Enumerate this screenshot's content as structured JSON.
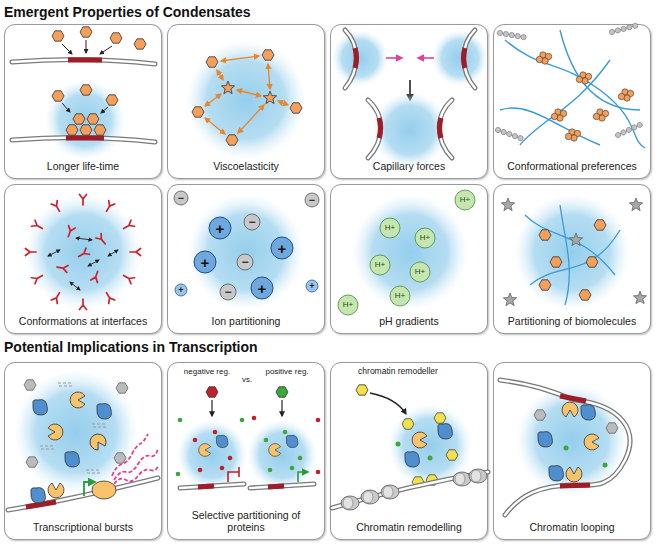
{
  "diagram": {
    "title": "Emergent Properties of Condensates",
    "nodes": [
      {
        "text": [
          "Longer life-time"
        ]
      },
      {
        "text": [
          "Viscoelasticity"
        ]
      },
      {
        "text": [
          "Capillary forces"
        ]
      },
      {
        "text": [
          "Conformational preferences"
        ]
      },
      {
        "text": [
          "Conformations at interfaces"
        ]
      },
      {
        "text": [
          "Ion partitioning"
        ]
      },
      {
        "text": [
          "pH gradients"
        ]
      },
      {
        "text": [
          "Partitioning of biomolecules"
        ]
      },
      {
        "text": [
          "Transcriptional bursts"
        ]
      },
      {
        "text": [
          "Selective partitioning of proteins"
        ]
      },
      {
        "text": [
          "Chromatin remodelling"
        ]
      },
      {
        "text": [
          "Chromatin looping"
        ]
      }
    ],
    "labels": [
      "−",
      "−",
      "+",
      "+",
      "+",
      "−",
      "+",
      "+",
      "−",
      "+",
      "−",
      "H+",
      "H+",
      "H+",
      "H+",
      "H+",
      "H+",
      "H+",
      "Potential Implications in Transcription",
      "negative reg.",
      "vs.",
      "positive reg.",
      "chromatin remodeller"
    ]
  }
}
